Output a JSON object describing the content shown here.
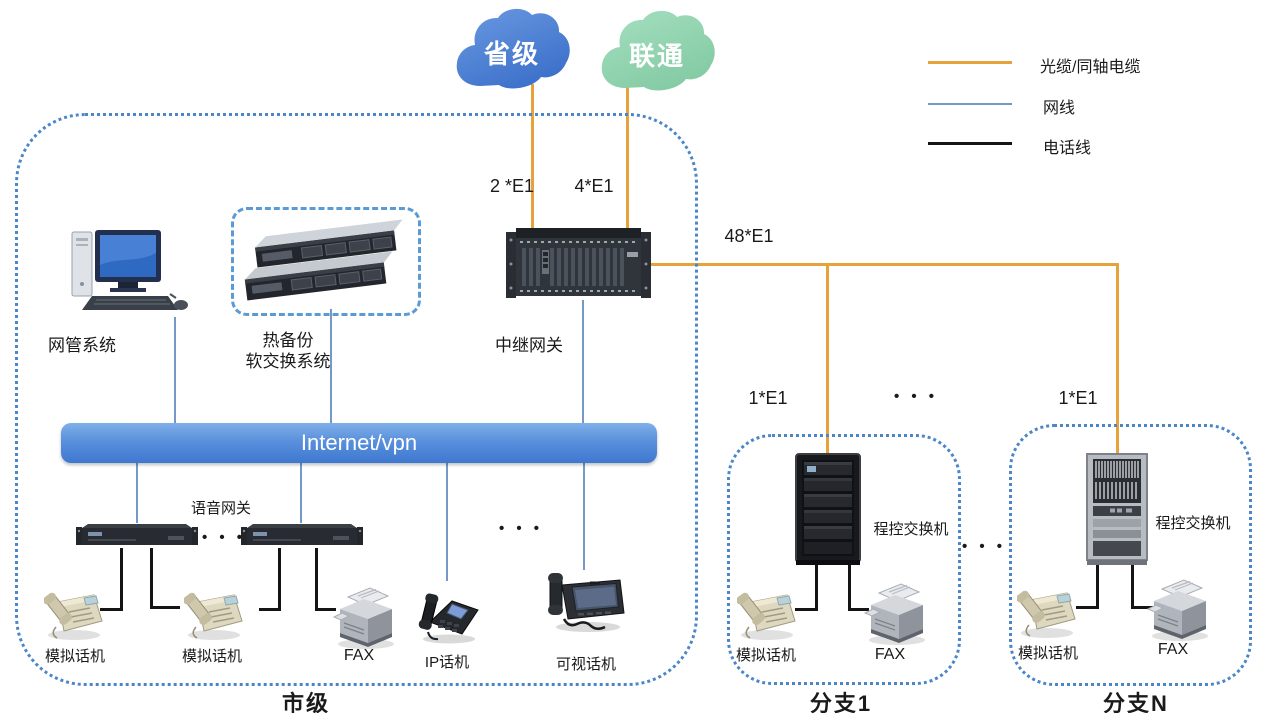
{
  "legend": {
    "items": [
      {
        "label": "光缆/同轴电缆",
        "color": "#E6A33C"
      },
      {
        "label": "网线",
        "color": "#7498C8"
      },
      {
        "label": "电话线",
        "color": "#141414"
      }
    ]
  },
  "clouds": {
    "provincial": {
      "label": "省级",
      "color": "#4A7FD2"
    },
    "unicom": {
      "label": "联通",
      "color": "#93D6B2"
    }
  },
  "links": {
    "provincial_e1": "2 *E1",
    "unicom_e1": "4*E1",
    "trunk_e1": "48*E1"
  },
  "city": {
    "name": "市级",
    "nms": "网管系统",
    "hot_backup": {
      "line1": "热备份",
      "line2": "软交换系统"
    },
    "trunk_gateway": "中继网关",
    "internet_bar": "Internet/vpn",
    "voice_gateway": "语音网关",
    "analog_phone1": "模拟话机",
    "analog_phone2": "模拟话机",
    "fax": "FAX",
    "ip_phone": "IP话机",
    "video_phone": "可视话机"
  },
  "branches": [
    {
      "name": "分支1",
      "e1": "1*E1",
      "switch": "程控交换机",
      "analog_phone": "模拟话机",
      "fax": "FAX"
    },
    {
      "name": "分支N",
      "e1": "1*E1",
      "switch": "程控交换机",
      "analog_phone": "模拟话机",
      "fax": "FAX"
    }
  ],
  "misc": {
    "dots": "• • •"
  }
}
